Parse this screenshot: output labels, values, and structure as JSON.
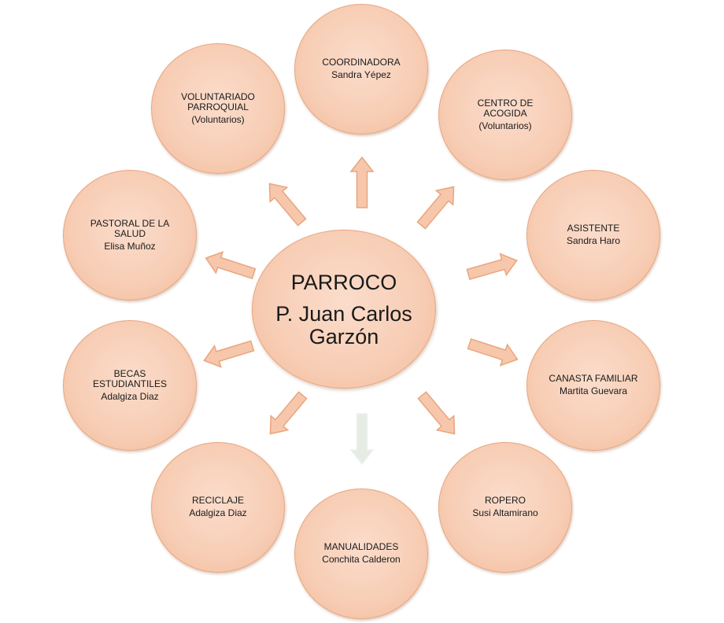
{
  "center": {
    "title": "PARROCO",
    "name": "P. Juan Carlos Garzón"
  },
  "nodes": [
    {
      "id": "coordinadora",
      "title": "COORDINADORA",
      "sub": "Sandra Yépez"
    },
    {
      "id": "centro-acogida",
      "title": "CENTRO DE ACOGIDA",
      "sub": "(Voluntarios)"
    },
    {
      "id": "asistente",
      "title": "ASISTENTE",
      "sub": "Sandra Haro"
    },
    {
      "id": "canasta-familiar",
      "title": "CANASTA FAMILIAR",
      "sub": "Martita Guevara"
    },
    {
      "id": "ropero",
      "title": "ROPERO",
      "sub": "Susi Altamirano"
    },
    {
      "id": "manualidades",
      "title": "MANUALIDADES",
      "sub": "Conchita Calderon"
    },
    {
      "id": "reciclaje",
      "title": "RECICLAJE",
      "sub": "Adalgiza Diaz"
    },
    {
      "id": "becas-estudiantiles",
      "title": "BECAS ESTUDIANTILES",
      "sub": "Adalgiza Diaz"
    },
    {
      "id": "pastoral-salud",
      "title": "PASTORAL DE LA SALUD",
      "sub": "Elisa Muñoz"
    },
    {
      "id": "voluntariado-parroquial",
      "title": "VOLUNTARIADO PARROQUIAL",
      "sub": "(Voluntarios)"
    }
  ],
  "colors": {
    "fill": "#f7cdb4",
    "stroke": "#e9a57e",
    "arrow_fill": "#f6c7ab",
    "faded_arrow": "#e6ebe4"
  }
}
